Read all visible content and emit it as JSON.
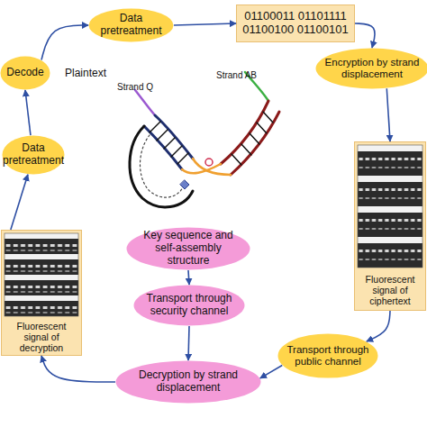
{
  "diagram": {
    "nodes": [
      {
        "text": [
          "Data pretreatment"
        ]
      },
      {
        "text": [
          "01100011 01101111 01100100 01100101"
        ]
      },
      {
        "text": [
          "Decode"
        ]
      },
      {
        "text": [
          "Encryption by strand displacement"
        ]
      },
      {
        "text": [
          "Data pretreatment"
        ]
      },
      {
        "text": [
          "Key sequence and self-assembly structure"
        ]
      },
      {
        "text": [
          "Fluorescent signal of decryption"
        ]
      },
      {
        "text": [
          "Fluorescent signal of ciphertext"
        ]
      },
      {
        "text": [
          "Transport through security channel"
        ]
      },
      {
        "text": [
          "Decryption by strand displacement"
        ]
      },
      {
        "text": [
          "Transport through public channel"
        ]
      }
    ],
    "edges": [
      {
        "from": 0,
        "to": 1,
        "arrow": "to"
      },
      {
        "from": 1,
        "to": 3,
        "arrow": "to"
      },
      {
        "from": 3,
        "to": 7,
        "arrow": "to"
      },
      {
        "from": 7,
        "to": 10,
        "arrow": "to"
      },
      {
        "from": 10,
        "to": 9,
        "arrow": "to"
      },
      {
        "from": 9,
        "to": 6,
        "arrow": "to"
      },
      {
        "from": 6,
        "to": 4,
        "arrow": "to"
      },
      {
        "from": 4,
        "to": 2,
        "arrow": "to"
      },
      {
        "from": 2,
        "to": 0,
        "arrow": "to"
      },
      {
        "from": 5,
        "to": 8,
        "arrow": "to"
      },
      {
        "from": 8,
        "to": 9,
        "arrow": "to"
      }
    ],
    "labels": [
      "Plaintext",
      "Strand Q",
      "Strand AB"
    ]
  }
}
